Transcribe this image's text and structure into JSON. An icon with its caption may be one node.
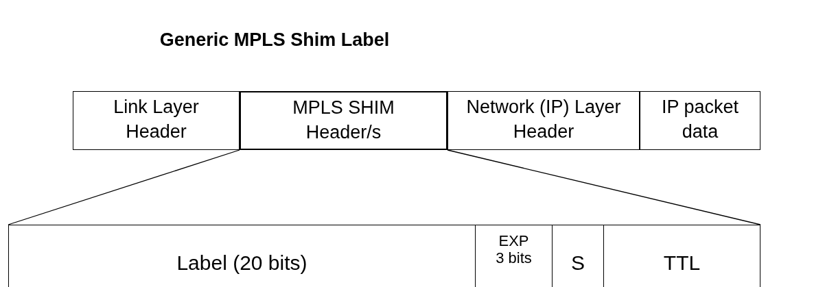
{
  "diagram": {
    "title": "Generic MPLS Shim Label",
    "nodes": [
      {
        "text": [
          "Link Layer Header"
        ]
      },
      {
        "text": [
          "MPLS SHIM Header/s"
        ]
      },
      {
        "text": [
          "Network (IP) Layer Header"
        ]
      },
      {
        "text": [
          "IP packet data"
        ]
      },
      {
        "text": [],
        "shape": "box"
      },
      {
        "text": [
          "Label (20 bits)"
        ],
        "in": 4
      },
      {
        "text": [
          "EXP 3 bits"
        ],
        "in": 4
      },
      {
        "text": [
          "S"
        ],
        "in": 4
      },
      {
        "text": [
          "TTL"
        ],
        "in": 4
      }
    ],
    "edges": [
      {
        "from": 1,
        "to": 4,
        "arrow": "none"
      },
      {
        "from": 1,
        "to": 4,
        "arrow": "none"
      }
    ]
  }
}
